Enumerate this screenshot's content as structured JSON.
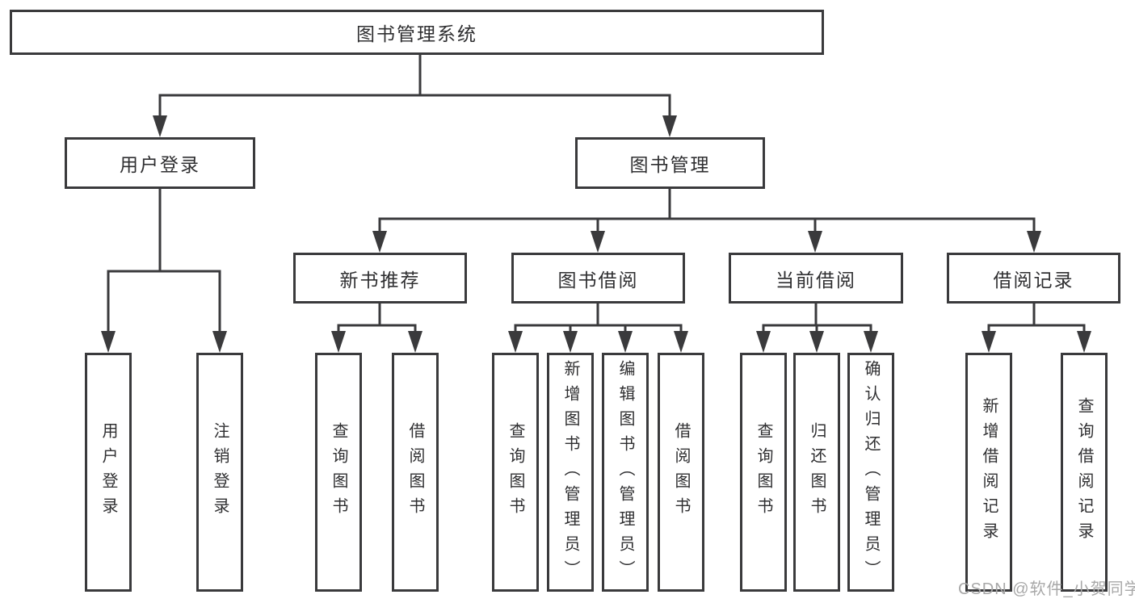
{
  "nodes": {
    "root": "图书管理系统",
    "user_login": "用户登录",
    "book_management": "图书管理",
    "new_book_recommend": "新书推荐",
    "book_borrow": "图书借阅",
    "current_borrow": "当前借阅",
    "borrow_records": "借阅记录",
    "leaf_user_login": "用户登录",
    "leaf_logout": "注销登录",
    "leaf_query_books_1": "查询图书",
    "leaf_borrow_books_1": "借阅图书",
    "leaf_query_books_2": "查询图书",
    "leaf_add_book_admin": "新增图书（管理员）",
    "leaf_edit_book_admin": "编辑图书（管理员）",
    "leaf_borrow_books_2": "借阅图书",
    "leaf_query_books_3": "查询图书",
    "leaf_return_books": "归还图书",
    "leaf_confirm_return_admin": "确认归还（管理员）",
    "leaf_add_borrow_record": "新增借阅记录",
    "leaf_query_borrow_record": "查询借阅记录"
  },
  "hierarchy": {
    "图书管理系统": {
      "用户登录": [
        "用户登录",
        "注销登录"
      ],
      "图书管理": {
        "新书推荐": [
          "查询图书",
          "借阅图书"
        ],
        "图书借阅": [
          "查询图书",
          "新增图书（管理员）",
          "编辑图书（管理员）",
          "借阅图书"
        ],
        "当前借阅": [
          "查询图书",
          "归还图书",
          "确认归还（管理员）"
        ],
        "借阅记录": [
          "新增借阅记录",
          "查询借阅记录"
        ]
      }
    }
  },
  "watermark": "CSDN @软件_小贺同学",
  "colors": {
    "line": "#3a3a3c",
    "text": "#2f2f31",
    "watermark": "#a8a8a8",
    "background": "#ffffff"
  }
}
